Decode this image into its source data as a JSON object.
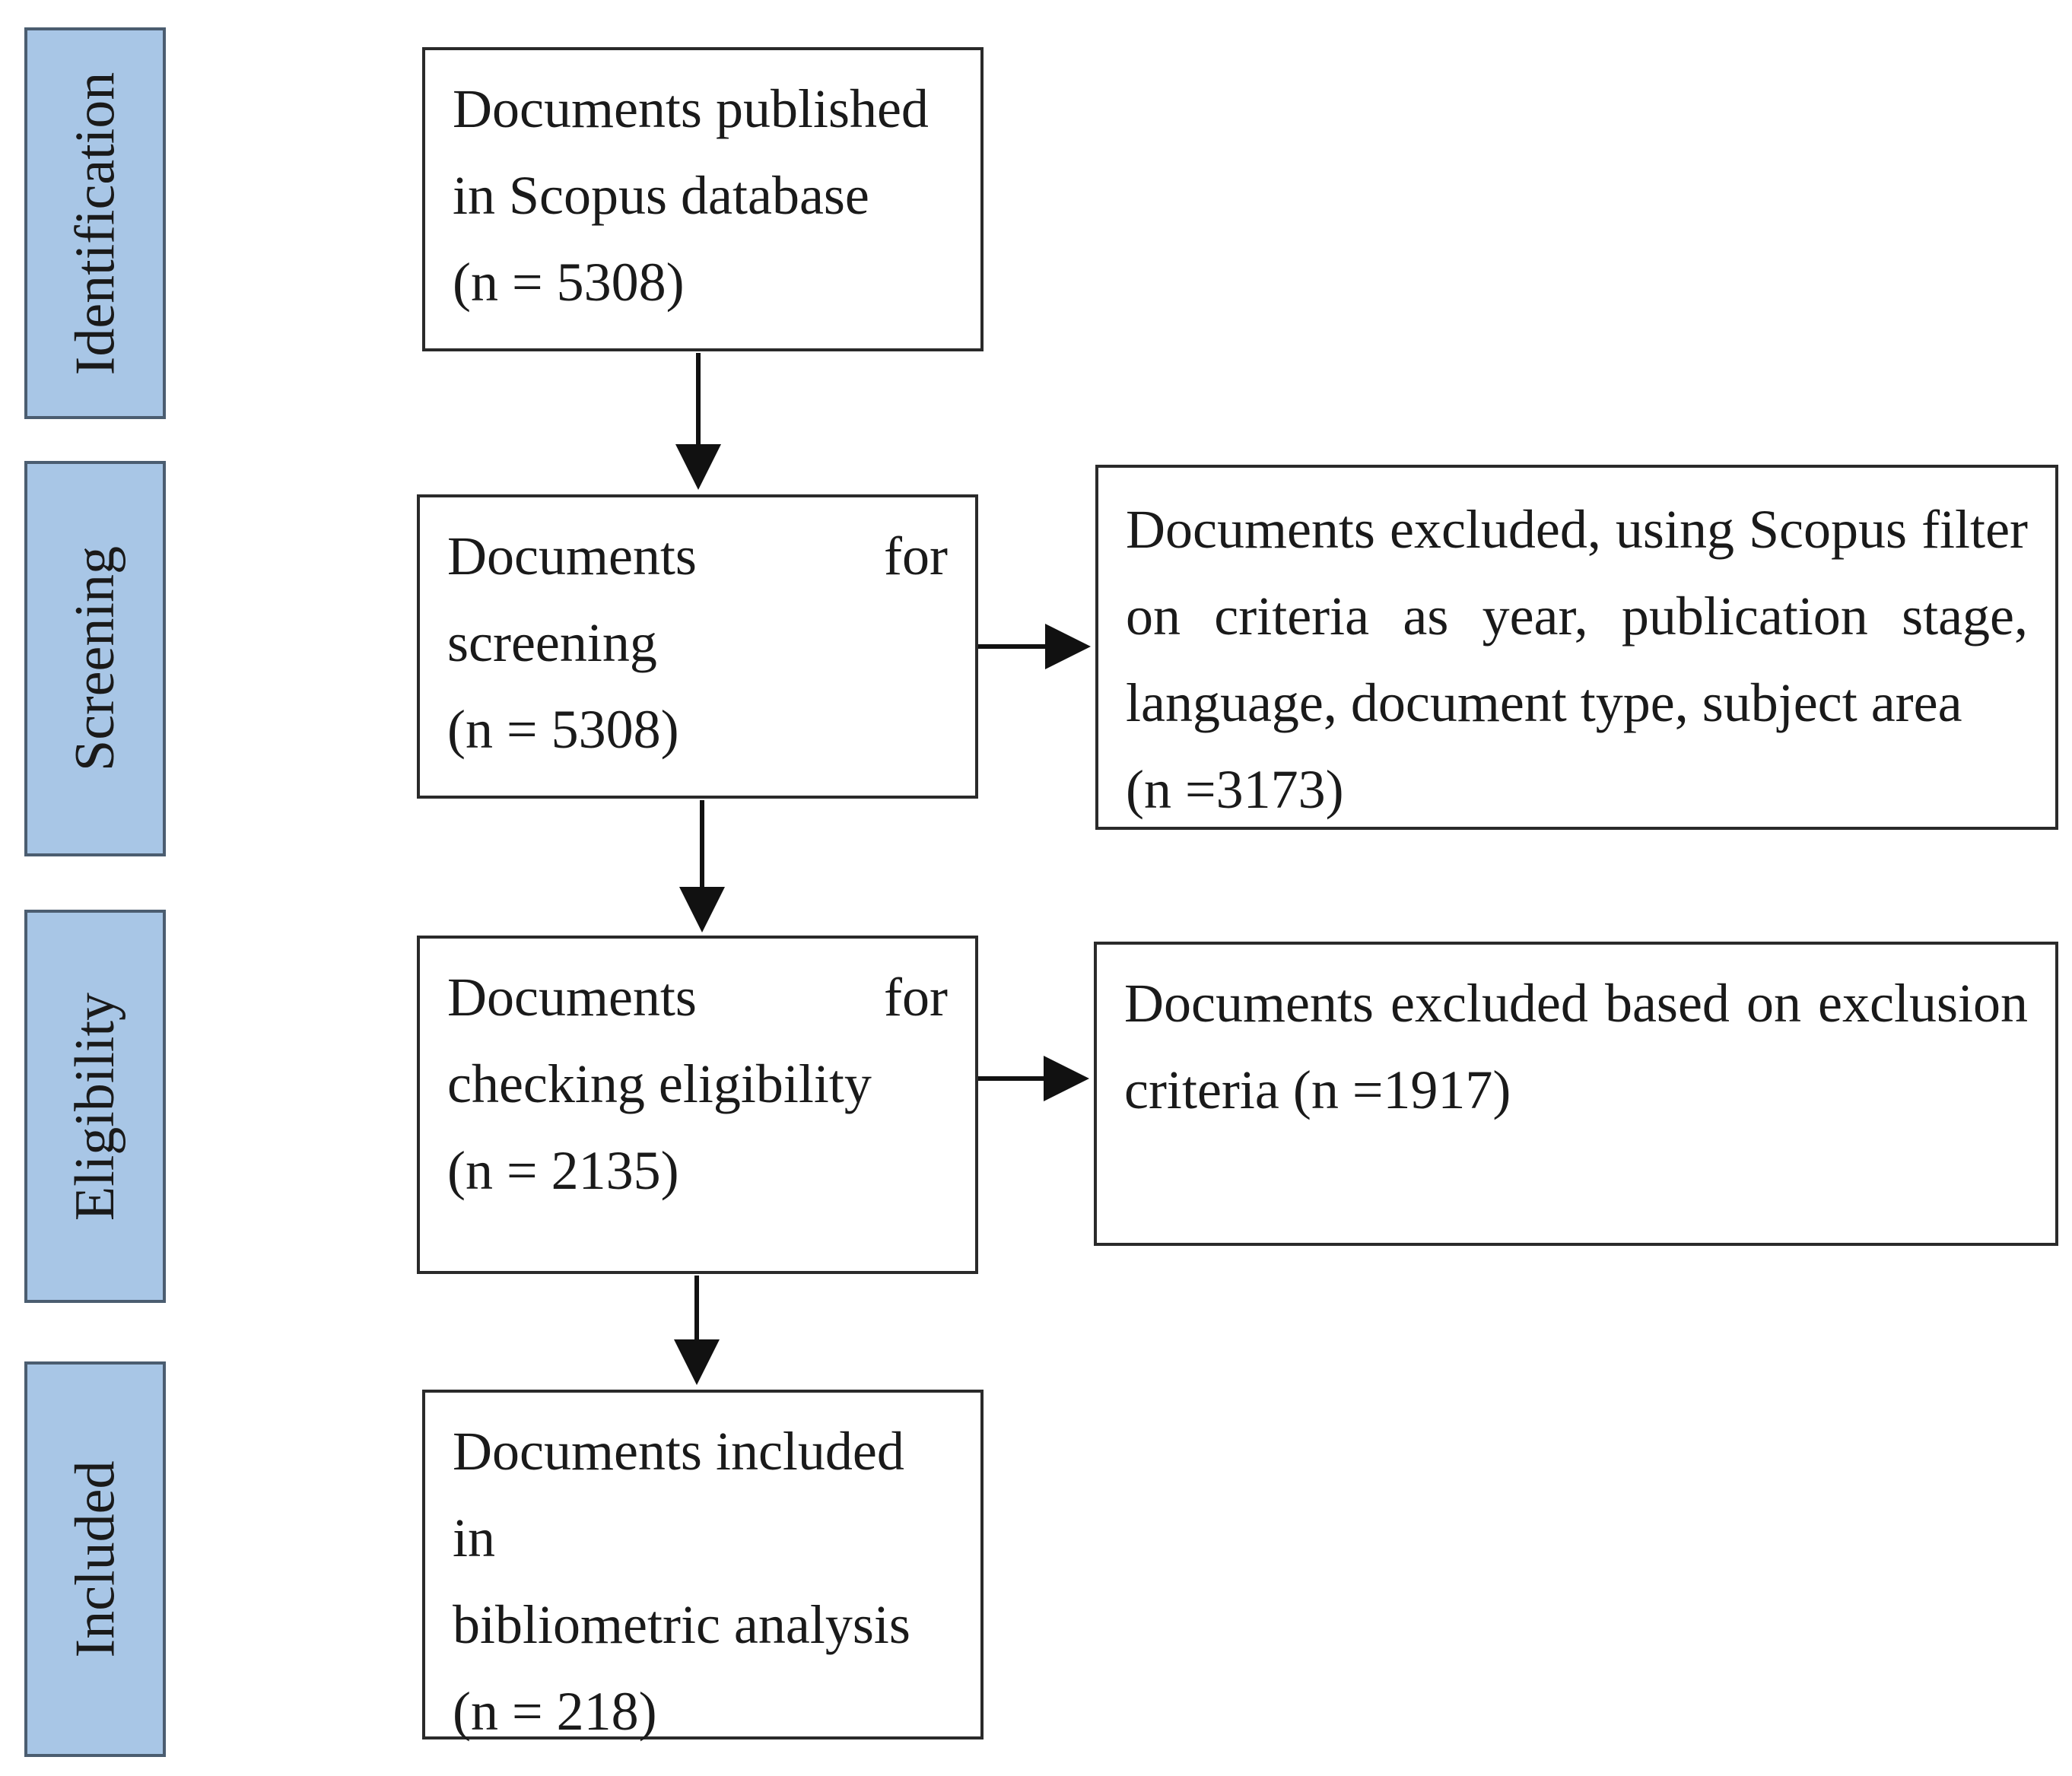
{
  "stages": {
    "identification": "Identification",
    "screening": "Screening",
    "eligibility": "Eligibility",
    "included": "Included"
  },
  "boxes": {
    "identified": {
      "lines": [
        "Documents published",
        "in Scopus database",
        "(n = 5308)"
      ]
    },
    "screening": {
      "line1_left": "Documents",
      "line1_right": "for",
      "line2": "screening",
      "line3": "(n = 5308)"
    },
    "screening_excluded": {
      "line1": "Documents excluded, using Scopus filter",
      "line2": "on criteria as year, publication stage,",
      "line3": "language, document type, subject area",
      "line4": "(n =3173)"
    },
    "eligibility": {
      "line1_left": "Documents",
      "line1_right": "for",
      "line2": "checking eligibility",
      "line3": "(n = 2135)"
    },
    "eligibility_excluded": {
      "line1": "Documents excluded based on exclusion",
      "line2": "criteria (n =1917)"
    },
    "included": {
      "lines": [
        "Documents included in",
        "bibliometric analysis",
        "(n = 218)"
      ]
    }
  },
  "colors": {
    "stage_fill": "#a8c6e6",
    "stage_border": "#4b5d70",
    "box_border": "#2a2a2a",
    "arrow": "#111111"
  }
}
